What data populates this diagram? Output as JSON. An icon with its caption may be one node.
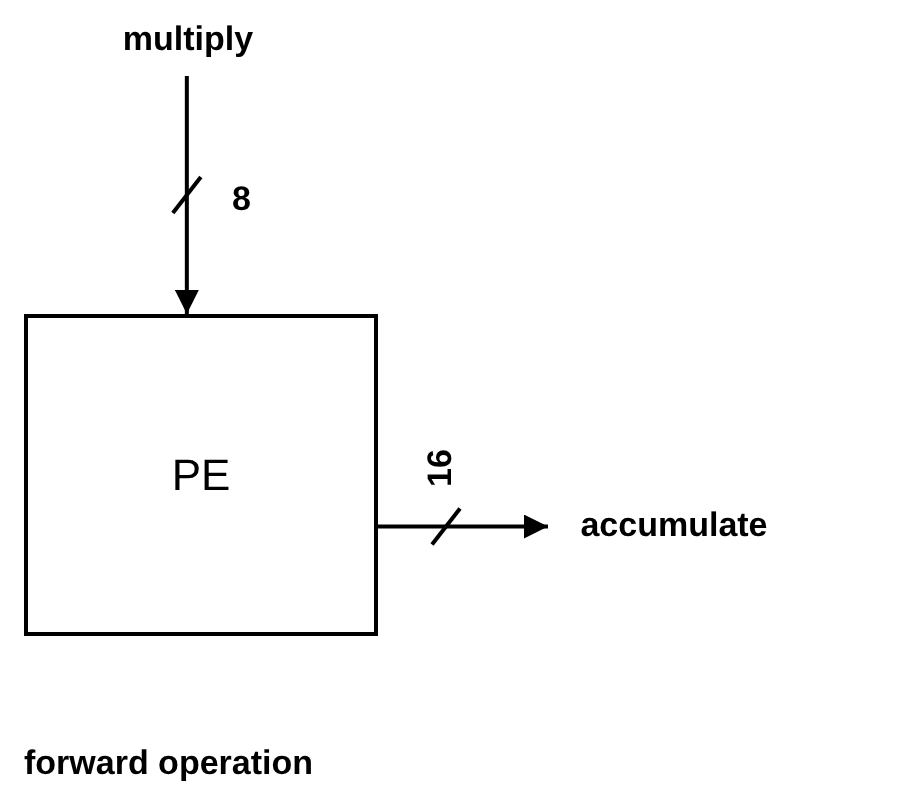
{
  "diagram": {
    "caption": "forward operation",
    "nodes": [
      {
        "text": [
          "multiply"
        ]
      },
      {
        "text": [
          "PE"
        ]
      },
      {
        "text": [
          "accumulate"
        ]
      }
    ],
    "edges": [
      {
        "from": 0,
        "to": 1,
        "arrow": "to",
        "label": "8"
      },
      {
        "from": 1,
        "to": 2,
        "arrow": "to",
        "label": "16"
      }
    ]
  }
}
